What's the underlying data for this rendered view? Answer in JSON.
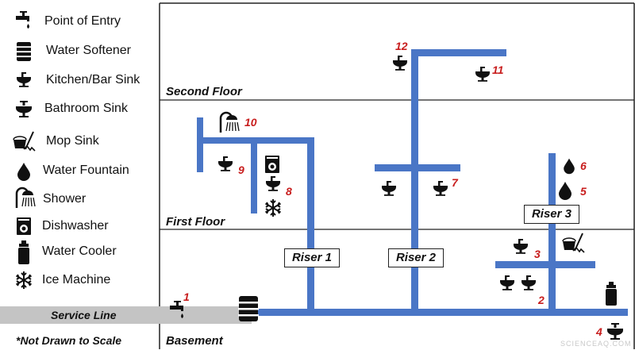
{
  "legend": [
    {
      "label": "Point of Entry",
      "icon": "faucet-icon"
    },
    {
      "label": "Water Softener",
      "icon": "barrel-icon"
    },
    {
      "label": "Kitchen/Bar Sink",
      "icon": "kitchen-sink-icon"
    },
    {
      "label": "Bathroom Sink",
      "icon": "bathroom-sink-icon"
    },
    {
      "label": "Mop Sink",
      "icon": "mop-sink-icon"
    },
    {
      "label": "Water Fountain",
      "icon": "water-drop-icon"
    },
    {
      "label": "Shower",
      "icon": "shower-icon"
    },
    {
      "label": "Dishwasher",
      "icon": "dishwasher-icon"
    },
    {
      "label": "Water Cooler",
      "icon": "water-cooler-icon"
    },
    {
      "label": "Ice Machine",
      "icon": "snowflake-icon"
    }
  ],
  "floors": {
    "second": "Second Floor",
    "first": "First Floor",
    "basement": "Basement"
  },
  "risers": {
    "r1": "Riser 1",
    "r2": "Riser 2",
    "r3": "Riser 3"
  },
  "service_line": "Service Line",
  "scale_note": "*Not Drawn to Scale",
  "numbers": {
    "n1": "1",
    "n2": "2",
    "n3": "3",
    "n4": "4",
    "n5": "5",
    "n6": "6",
    "n7": "7",
    "n8": "8",
    "n9": "9",
    "n10": "10",
    "n11": "11",
    "n12": "12"
  },
  "watermark": "SCIENCEAQ.COM",
  "colors": {
    "pipe": "#4a76c6",
    "service_line": "#c4c4c4",
    "number": "#c81e1e",
    "floor_line": "#222222"
  }
}
